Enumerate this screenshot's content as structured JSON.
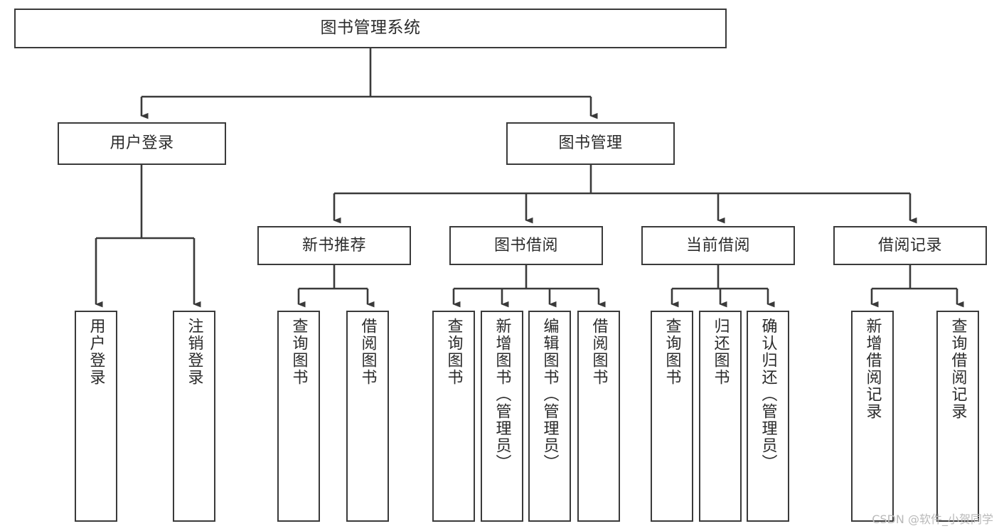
{
  "diagram": {
    "type": "tree",
    "title": "图书管理系统",
    "watermark": "CSDN @软件_小贺同学",
    "colors": {
      "stroke": "#3a3a3a",
      "text": "#2b2b2b",
      "background": "#ffffff",
      "watermark": "#b9b9b9"
    },
    "nodes": {
      "root": {
        "label": "图书管理系统"
      },
      "level2": [
        {
          "id": "user-login",
          "label": "用户登录"
        },
        {
          "id": "book-management",
          "label": "图书管理"
        }
      ],
      "level3": [
        {
          "id": "new-book-recommend",
          "label": "新书推荐"
        },
        {
          "id": "book-borrow",
          "label": "图书借阅"
        },
        {
          "id": "current-borrow",
          "label": "当前借阅"
        },
        {
          "id": "borrow-record",
          "label": "借阅记录"
        }
      ],
      "leaves": {
        "user_login": [
          {
            "id": "leaf-user-login",
            "label": "用户登录"
          },
          {
            "id": "leaf-logout-login",
            "label": "注销登录"
          }
        ],
        "new_book_recommend": [
          {
            "id": "leaf-query-book-1",
            "label": "查询图书"
          },
          {
            "id": "leaf-borrow-book-1",
            "label": "借阅图书"
          }
        ],
        "book_borrow": [
          {
            "id": "leaf-query-book-2",
            "label": "查询图书"
          },
          {
            "id": "leaf-add-book",
            "label": "新增图书（管理员）"
          },
          {
            "id": "leaf-edit-book",
            "label": "编辑图书（管理员）"
          },
          {
            "id": "leaf-borrow-book-2",
            "label": "借阅图书"
          }
        ],
        "current_borrow": [
          {
            "id": "leaf-query-book-3",
            "label": "查询图书"
          },
          {
            "id": "leaf-return-book",
            "label": "归还图书"
          },
          {
            "id": "leaf-confirm-return",
            "label": "确认归还（管理员）"
          }
        ],
        "borrow_record": [
          {
            "id": "leaf-add-record",
            "label": "新增借阅记录"
          },
          {
            "id": "leaf-query-record",
            "label": "查询借阅记录"
          }
        ]
      }
    }
  }
}
